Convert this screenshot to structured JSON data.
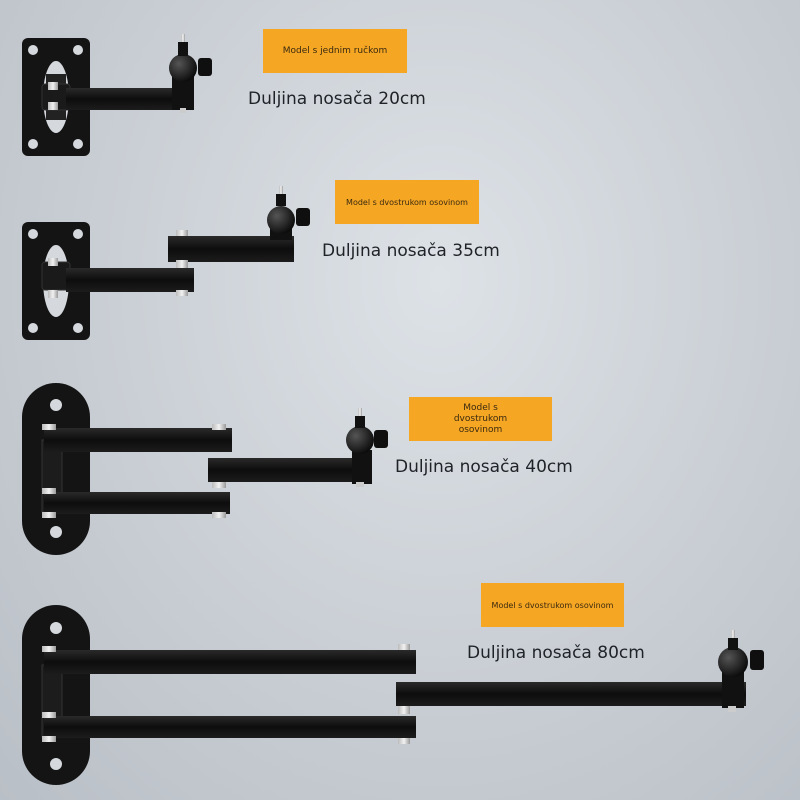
{
  "products": [
    {
      "model_label": "Model s jednim ručkom",
      "length_label": "Duljina nosača 20cm"
    },
    {
      "model_label": "Model s dvostrukom osovinom",
      "length_label": "Duljina nosača 35cm"
    },
    {
      "model_label": "Model s dvostrukom osovinom",
      "length_label": "Duljina nosača 40cm"
    },
    {
      "model_label": "Model s dvostrukom osovinom",
      "length_label": "Duljina nosača 80cm"
    }
  ],
  "colors": {
    "tag_background": "#f5a623",
    "bracket": "#151515",
    "background": "#c9ced4"
  }
}
